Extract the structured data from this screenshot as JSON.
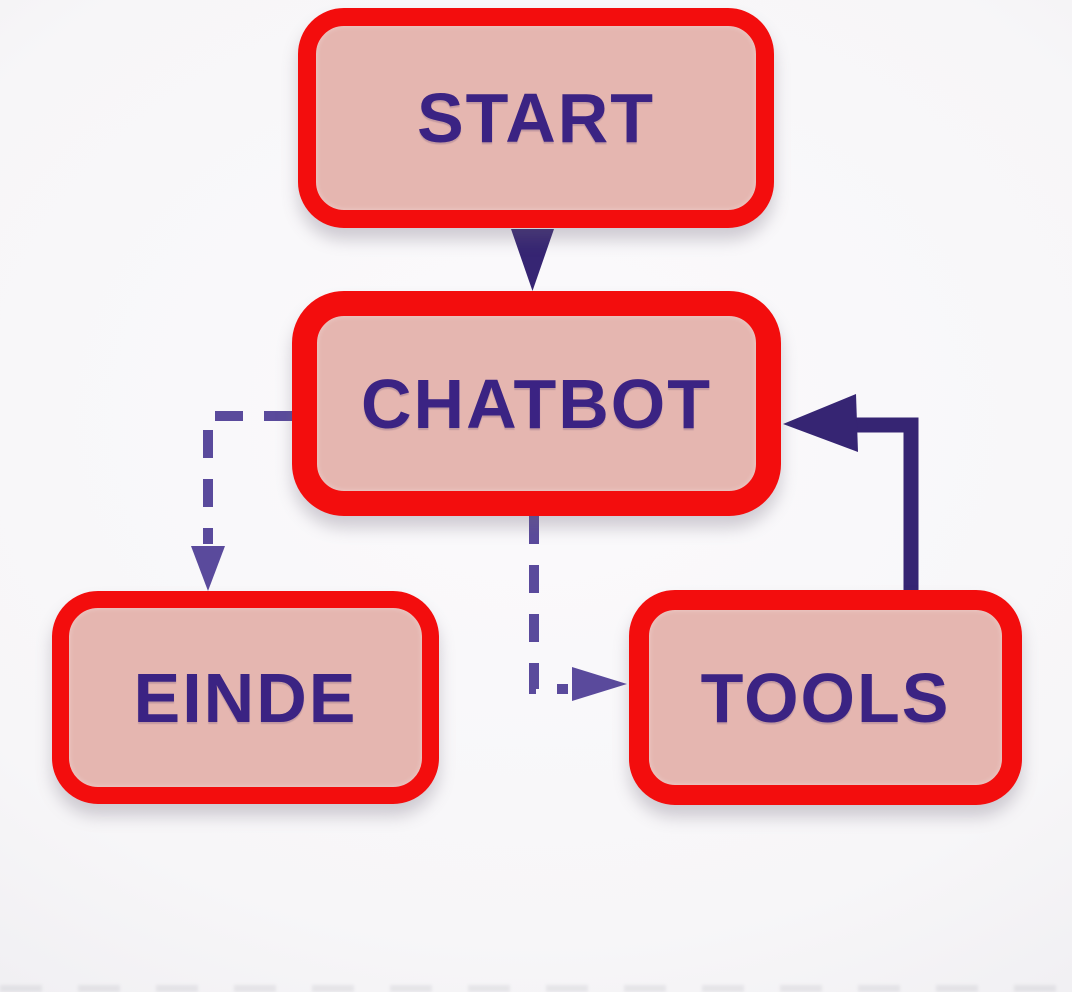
{
  "diagram": {
    "title": "chatbot-flowchart",
    "nodes": [
      {
        "id": "start",
        "label": "START"
      },
      {
        "id": "chatbot",
        "label": "CHATBOT"
      },
      {
        "id": "einde",
        "label": "EINDE"
      },
      {
        "id": "tools",
        "label": "TOOLS"
      }
    ],
    "edges": [
      {
        "from": "start",
        "to": "chatbot",
        "style": "solid",
        "color": "#362573"
      },
      {
        "from": "chatbot",
        "to": "einde",
        "style": "dashed",
        "color": "#5a4a9c"
      },
      {
        "from": "chatbot",
        "to": "tools",
        "style": "dashed",
        "color": "#5a4a9c"
      },
      {
        "from": "tools",
        "to": "chatbot",
        "style": "solid",
        "color": "#362573"
      }
    ]
  },
  "colors": {
    "bg": "#f7f6f8",
    "node-fill": "#e5b6b0",
    "node-border": "#f30d0d",
    "node-text": "#3b2383",
    "arrow-solid": "#362573",
    "arrow-dashed": "#5a4a9c"
  }
}
